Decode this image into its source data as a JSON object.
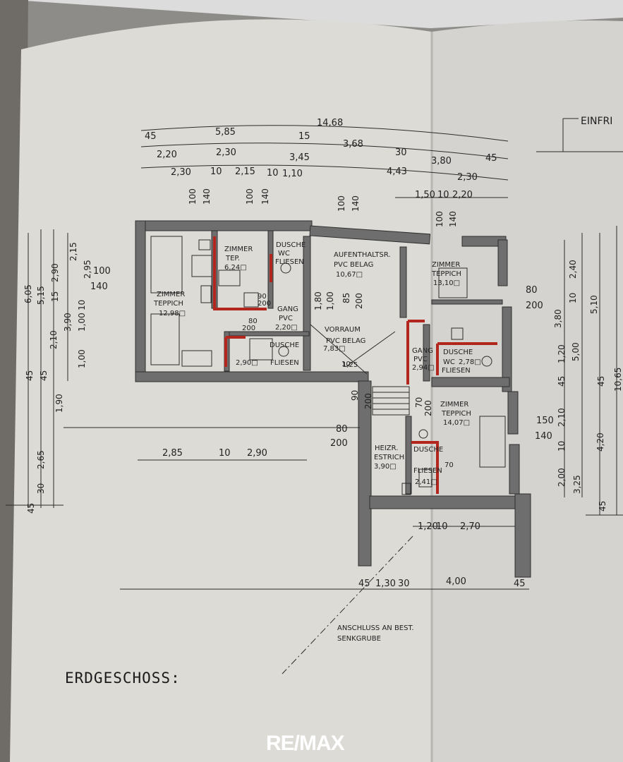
{
  "plan": {
    "title": "ERDGESCHOSS:",
    "corner_label": "EINFRI",
    "brand": "RE/MAX",
    "annotation": [
      "ANSCHLUSS AN BEST.",
      "SENKGRUBE"
    ]
  },
  "rooms": [
    {
      "id": "zimmer1",
      "lines": [
        "ZIMMER",
        "TEPPICH",
        "12,98□"
      ]
    },
    {
      "id": "zimmer2",
      "lines": [
        "ZIMMER",
        "TEP.",
        "6,24□"
      ]
    },
    {
      "id": "dusche1",
      "lines": [
        "DUSCHE",
        "WC",
        "FLIESEN"
      ]
    },
    {
      "id": "aufenthalt",
      "lines": [
        "AUFENTHALTSR.",
        "PVC BELAG",
        "10,67□"
      ]
    },
    {
      "id": "zimmer3",
      "lines": [
        "ZIMMER",
        "TEPPICH",
        "13,10□"
      ]
    },
    {
      "id": "gang1",
      "lines": [
        "GANG",
        "PVC",
        "2,20□"
      ]
    },
    {
      "id": "vorraum",
      "lines": [
        "VORRAUM",
        "PVC BELAG",
        "7,83□"
      ]
    },
    {
      "id": "dusche2",
      "lines": [
        "DUSCHE",
        "FLIESEN",
        "2,90□"
      ]
    },
    {
      "id": "gang2",
      "lines": [
        "GANG",
        "PVC",
        "2,94□"
      ]
    },
    {
      "id": "dusche3",
      "lines": [
        "DUSCHE",
        "WC",
        "FLIESEN",
        "2,78□"
      ]
    },
    {
      "id": "zimmer4",
      "lines": [
        "ZIMMER",
        "TEPPICH",
        "14,07□"
      ]
    },
    {
      "id": "heizr",
      "lines": [
        "HEIZR.",
        "ESTRICH",
        "3,90□"
      ]
    },
    {
      "id": "dusche4",
      "lines": [
        "DUSCHE",
        "FLIESEN",
        "2,41□"
      ]
    }
  ],
  "dimensions": {
    "overall": "14,68",
    "row1": [
      "45",
      "5,85",
      "15",
      "3,68",
      "30",
      "3,80",
      "45"
    ],
    "row2": [
      "2,20",
      "2,30",
      "3,45",
      "4,43"
    ],
    "row3": [
      "2,30",
      "10",
      "2,15",
      "10",
      "1,10",
      "2,30"
    ],
    "row4": [
      "1,50",
      "10",
      "2,20"
    ],
    "bottom1": [
      "2,85",
      "10",
      "2,90"
    ],
    "bottom2": [
      "1,20",
      "10",
      "2,70"
    ],
    "bottom3": [
      "45",
      "1,30",
      "30",
      "4,00",
      "45"
    ],
    "left": [
      "6,05",
      "5,15",
      "2,15",
      "2,90",
      "2,95",
      "15",
      "3,90",
      "2,10",
      "1,00",
      "1,00",
      "10",
      "45",
      "45",
      "1,90",
      "2,65",
      "30",
      "45"
    ],
    "right": [
      "2,40",
      "3,80",
      "5,10",
      "10",
      "1,20",
      "5,00",
      "45",
      "2,10",
      "4,20",
      "10",
      "2,00",
      "3,25",
      "45",
      "10,65",
      "45"
    ],
    "openings": [
      "100",
      "140",
      "100",
      "140",
      "100",
      "140",
      "150",
      "140",
      "100",
      "140",
      "80",
      "200",
      "80",
      "200",
      "90",
      "200",
      "85",
      "200",
      "70",
      "200",
      "90",
      "200",
      "80",
      "200",
      "1,80",
      "1,00",
      "10",
      "90",
      "1,25",
      "70"
    ]
  }
}
